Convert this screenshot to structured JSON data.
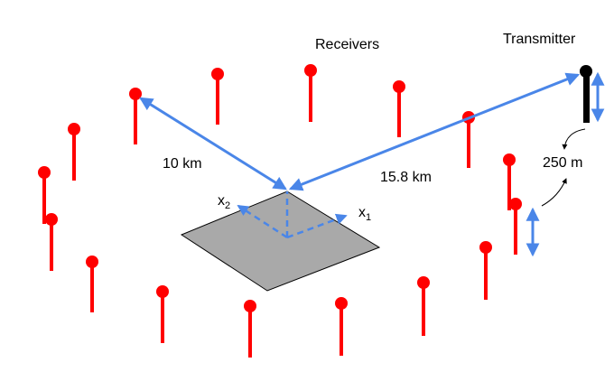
{
  "labels": {
    "receivers": "Receivers",
    "transmitter": "Transmitter",
    "distance_receiver": "10 km",
    "distance_transmitter": "15.8 km",
    "height": "250 m",
    "axis_x": "x",
    "axis_x1_sub": "1",
    "axis_x2_sub": "2"
  },
  "colors": {
    "receiver": "#ff0000",
    "arrow": "#4a86e8",
    "plate": "#a9a9a9",
    "transmitter": "#000000"
  }
}
